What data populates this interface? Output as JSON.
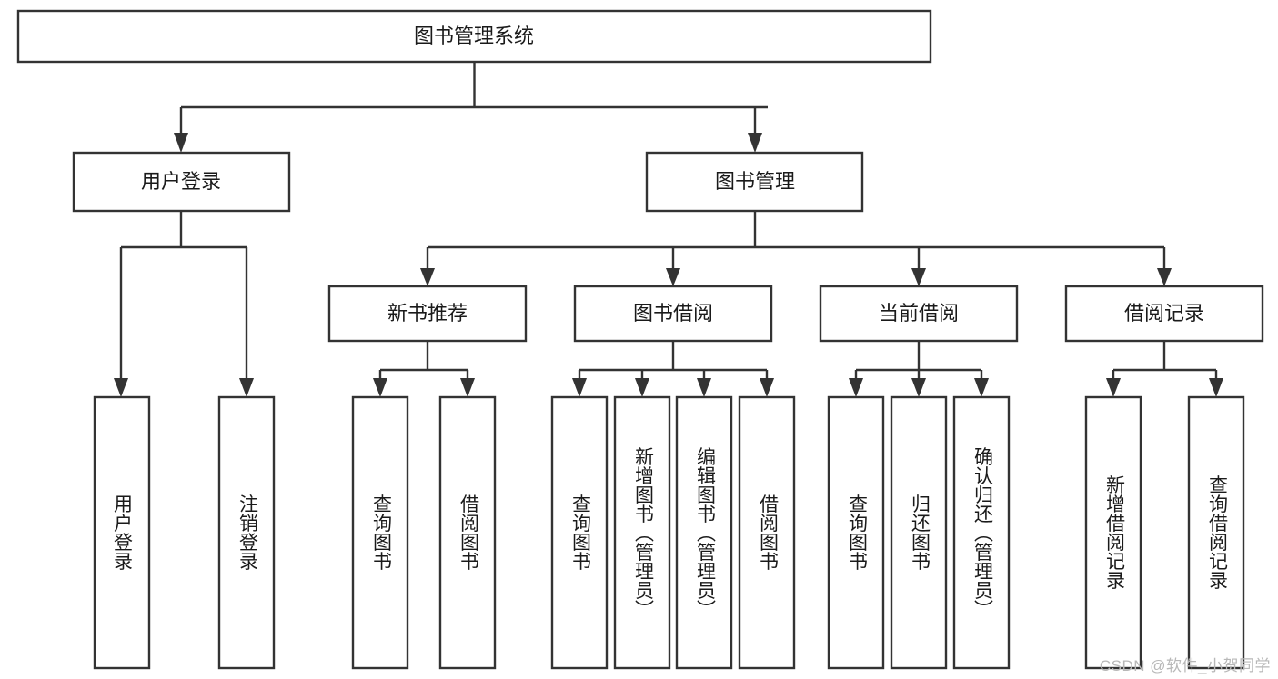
{
  "diagram": {
    "title": "图书管理系统",
    "watermark": "CSDN @软件_小贺同学",
    "colors": {
      "stroke": "#333333",
      "fill": "#ffffff",
      "text": "#1a1a1a",
      "watermark": "#b8b8b8"
    },
    "levels": {
      "root": "图书管理系统",
      "level2": [
        "用户登录",
        "图书管理"
      ],
      "level3": [
        "新书推荐",
        "图书借阅",
        "当前借阅",
        "借阅记录"
      ]
    },
    "nodes": {
      "root": {
        "label": "图书管理系统",
        "orientation": "horizontal"
      },
      "user_login": {
        "label": "用户登录",
        "orientation": "horizontal"
      },
      "book_manage": {
        "label": "图书管理",
        "orientation": "horizontal"
      },
      "new_book_rec": {
        "label": "新书推荐",
        "orientation": "horizontal"
      },
      "book_borrow": {
        "label": "图书借阅",
        "orientation": "horizontal"
      },
      "current_borrow": {
        "label": "当前借阅",
        "orientation": "horizontal"
      },
      "borrow_record": {
        "label": "借阅记录",
        "orientation": "horizontal"
      },
      "leaf_user_login": {
        "label": "用户登录",
        "orientation": "vertical"
      },
      "leaf_logout": {
        "label": "注销登录",
        "orientation": "vertical"
      },
      "leaf_query_book_1": {
        "label": "查询图书",
        "orientation": "vertical"
      },
      "leaf_borrow_book_1": {
        "label": "借阅图书",
        "orientation": "vertical"
      },
      "leaf_query_book_2": {
        "label": "查询图书",
        "orientation": "vertical"
      },
      "leaf_add_book": {
        "label": "新增图书（管理员）",
        "orientation": "vertical"
      },
      "leaf_edit_book": {
        "label": "编辑图书（管理员）",
        "orientation": "vertical"
      },
      "leaf_borrow_book_2": {
        "label": "借阅图书",
        "orientation": "vertical"
      },
      "leaf_query_book_3": {
        "label": "查询图书",
        "orientation": "vertical"
      },
      "leaf_return_book": {
        "label": "归还图书",
        "orientation": "vertical"
      },
      "leaf_confirm_return": {
        "label": "确认归还（管理员）",
        "orientation": "vertical"
      },
      "leaf_add_record": {
        "label": "新增借阅记录",
        "orientation": "vertical"
      },
      "leaf_query_record": {
        "label": "查询借阅记录",
        "orientation": "vertical"
      }
    },
    "edges": [
      {
        "from": "root",
        "to": "user_login"
      },
      {
        "from": "root",
        "to": "book_manage"
      },
      {
        "from": "user_login",
        "to": "leaf_user_login"
      },
      {
        "from": "user_login",
        "to": "leaf_logout"
      },
      {
        "from": "book_manage",
        "to": "new_book_rec"
      },
      {
        "from": "book_manage",
        "to": "book_borrow"
      },
      {
        "from": "book_manage",
        "to": "current_borrow"
      },
      {
        "from": "book_manage",
        "to": "borrow_record"
      },
      {
        "from": "new_book_rec",
        "to": "leaf_query_book_1"
      },
      {
        "from": "new_book_rec",
        "to": "leaf_borrow_book_1"
      },
      {
        "from": "book_borrow",
        "to": "leaf_query_book_2"
      },
      {
        "from": "book_borrow",
        "to": "leaf_add_book"
      },
      {
        "from": "book_borrow",
        "to": "leaf_edit_book"
      },
      {
        "from": "book_borrow",
        "to": "leaf_borrow_book_2"
      },
      {
        "from": "current_borrow",
        "to": "leaf_query_book_3"
      },
      {
        "from": "current_borrow",
        "to": "leaf_return_book"
      },
      {
        "from": "current_borrow",
        "to": "leaf_confirm_return"
      },
      {
        "from": "borrow_record",
        "to": "leaf_add_record"
      },
      {
        "from": "borrow_record",
        "to": "leaf_query_record"
      }
    ]
  }
}
